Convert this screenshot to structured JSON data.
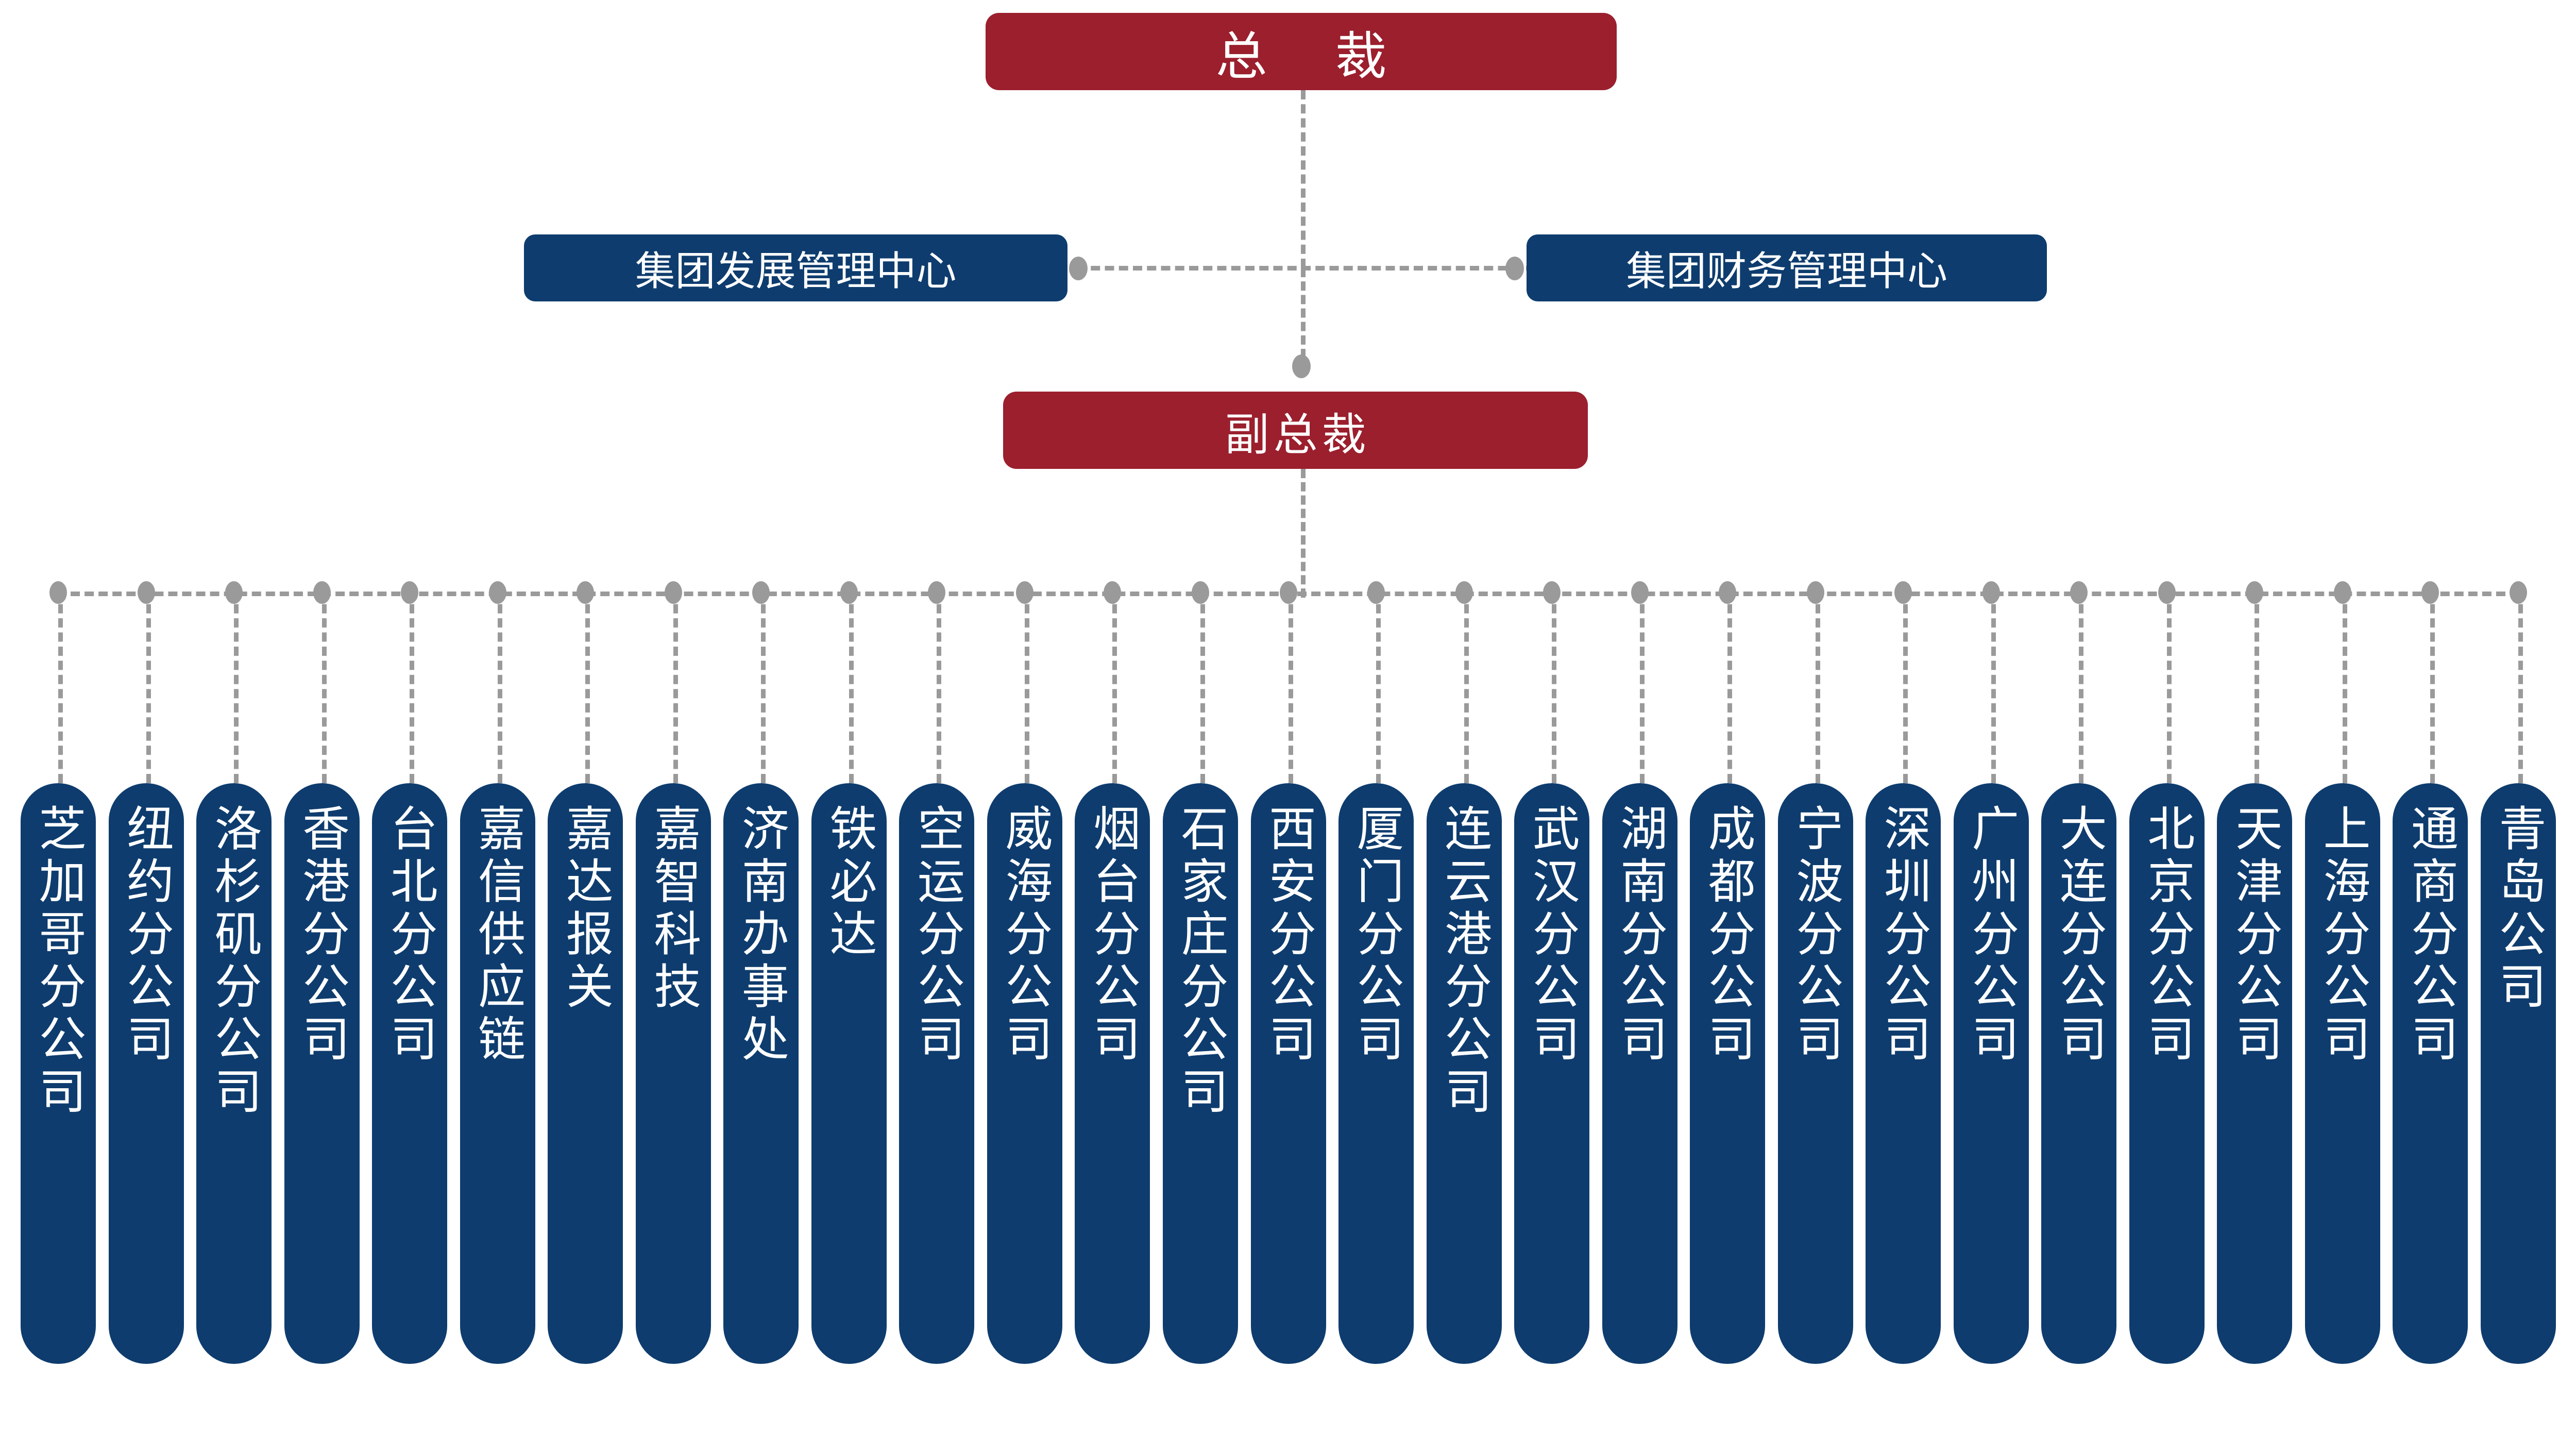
{
  "chart_title": "",
  "colors": {
    "executive_red": "#9B1F2D",
    "unit_blue": "#0E3C6E",
    "connector_gray": "#9A9A9A",
    "background": "#FFFFFF",
    "text_on_box": "#FFFFFF"
  },
  "hierarchy": {
    "level1": {
      "label": "总  裁",
      "type": "executive"
    },
    "level2_centers": [
      {
        "label": "集团发展管理中心",
        "type": "center",
        "side": "left"
      },
      {
        "label": "集团财务管理中心",
        "type": "center",
        "side": "right"
      }
    ],
    "level3": {
      "label": "副总裁",
      "type": "executive"
    },
    "level4_branches": [
      {
        "label": "芝加哥分公司"
      },
      {
        "label": "纽约分公司"
      },
      {
        "label": "洛杉矶分公司"
      },
      {
        "label": "香港分公司"
      },
      {
        "label": "台北分公司"
      },
      {
        "label": "嘉信供应链"
      },
      {
        "label": "嘉达报关"
      },
      {
        "label": "嘉智科技"
      },
      {
        "label": "济南办事处"
      },
      {
        "label": "铁必达"
      },
      {
        "label": "空运分公司"
      },
      {
        "label": "威海分公司"
      },
      {
        "label": "烟台分公司"
      },
      {
        "label": "石家庄分公司"
      },
      {
        "label": "西安分公司"
      },
      {
        "label": "厦门分公司"
      },
      {
        "label": "连云港分公司"
      },
      {
        "label": "武汉分公司"
      },
      {
        "label": "湖南分公司"
      },
      {
        "label": "成都分公司"
      },
      {
        "label": "宁波分公司"
      },
      {
        "label": "深圳分公司"
      },
      {
        "label": "广州分公司"
      },
      {
        "label": "大连分公司"
      },
      {
        "label": "北京分公司"
      },
      {
        "label": "天津分公司"
      },
      {
        "label": "上海分公司"
      },
      {
        "label": "通商分公司"
      },
      {
        "label": "青岛公司"
      }
    ]
  }
}
